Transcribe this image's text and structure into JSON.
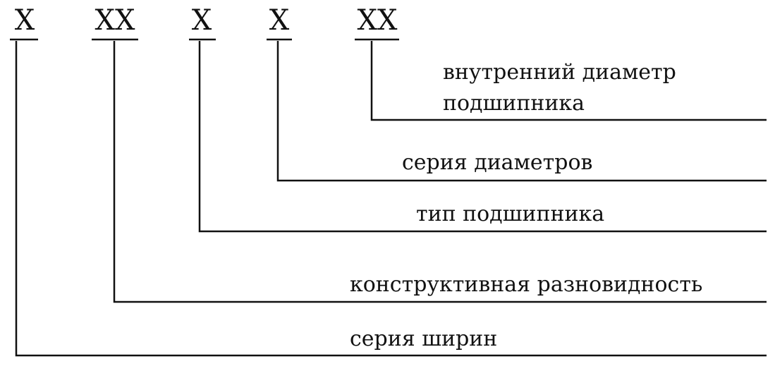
{
  "codes": [
    "Х",
    "ХХ",
    "Х",
    "Х",
    "ХХ"
  ],
  "labels": {
    "inner_diameter_line1": "внутренний диаметр",
    "inner_diameter_line2": "подшипника",
    "diameter_series": "серия диаметров",
    "bearing_type": "тип подшипника",
    "design_variant": "конструктивная разновидность",
    "width_series": "серия ширин"
  }
}
